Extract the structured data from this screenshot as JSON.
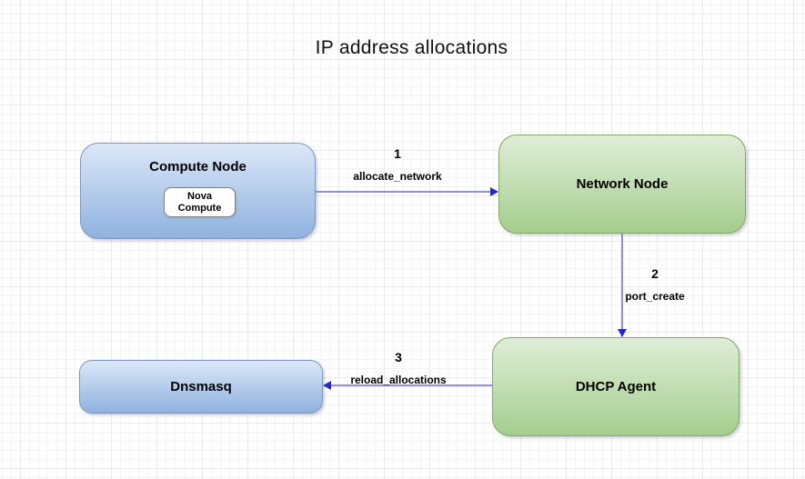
{
  "diagram": {
    "title": "IP address allocations",
    "nodes": {
      "compute": {
        "label": "Compute Node",
        "sub_line1": "Nova",
        "sub_line2": "Compute",
        "color": "blue"
      },
      "network": {
        "label": "Network Node",
        "color": "green"
      },
      "dhcp": {
        "label": "DHCP Agent",
        "color": "green"
      },
      "dnsmasq": {
        "label": "Dnsmasq",
        "color": "blue"
      }
    },
    "edges": {
      "e1": {
        "number": "1",
        "label": "allocate_network",
        "from": "compute",
        "to": "network"
      },
      "e2": {
        "number": "2",
        "label": "port_create",
        "from": "network",
        "to": "dhcp"
      },
      "e3": {
        "number": "3",
        "label": "reload_allocations",
        "from": "dhcp",
        "to": "dnsmasq"
      }
    }
  },
  "colors": {
    "blue_top": "#dce8f8",
    "blue_bottom": "#8fb2df",
    "blue_border": "#7f97b8",
    "green_top": "#dfeed7",
    "green_bottom": "#a5cd8e",
    "green_border": "#85a668",
    "arrow_line": "#8f8fe4",
    "arrow_head": "#2727cf",
    "grid_minor": "#f3f3f8",
    "grid_major": "#e9e9f0"
  }
}
